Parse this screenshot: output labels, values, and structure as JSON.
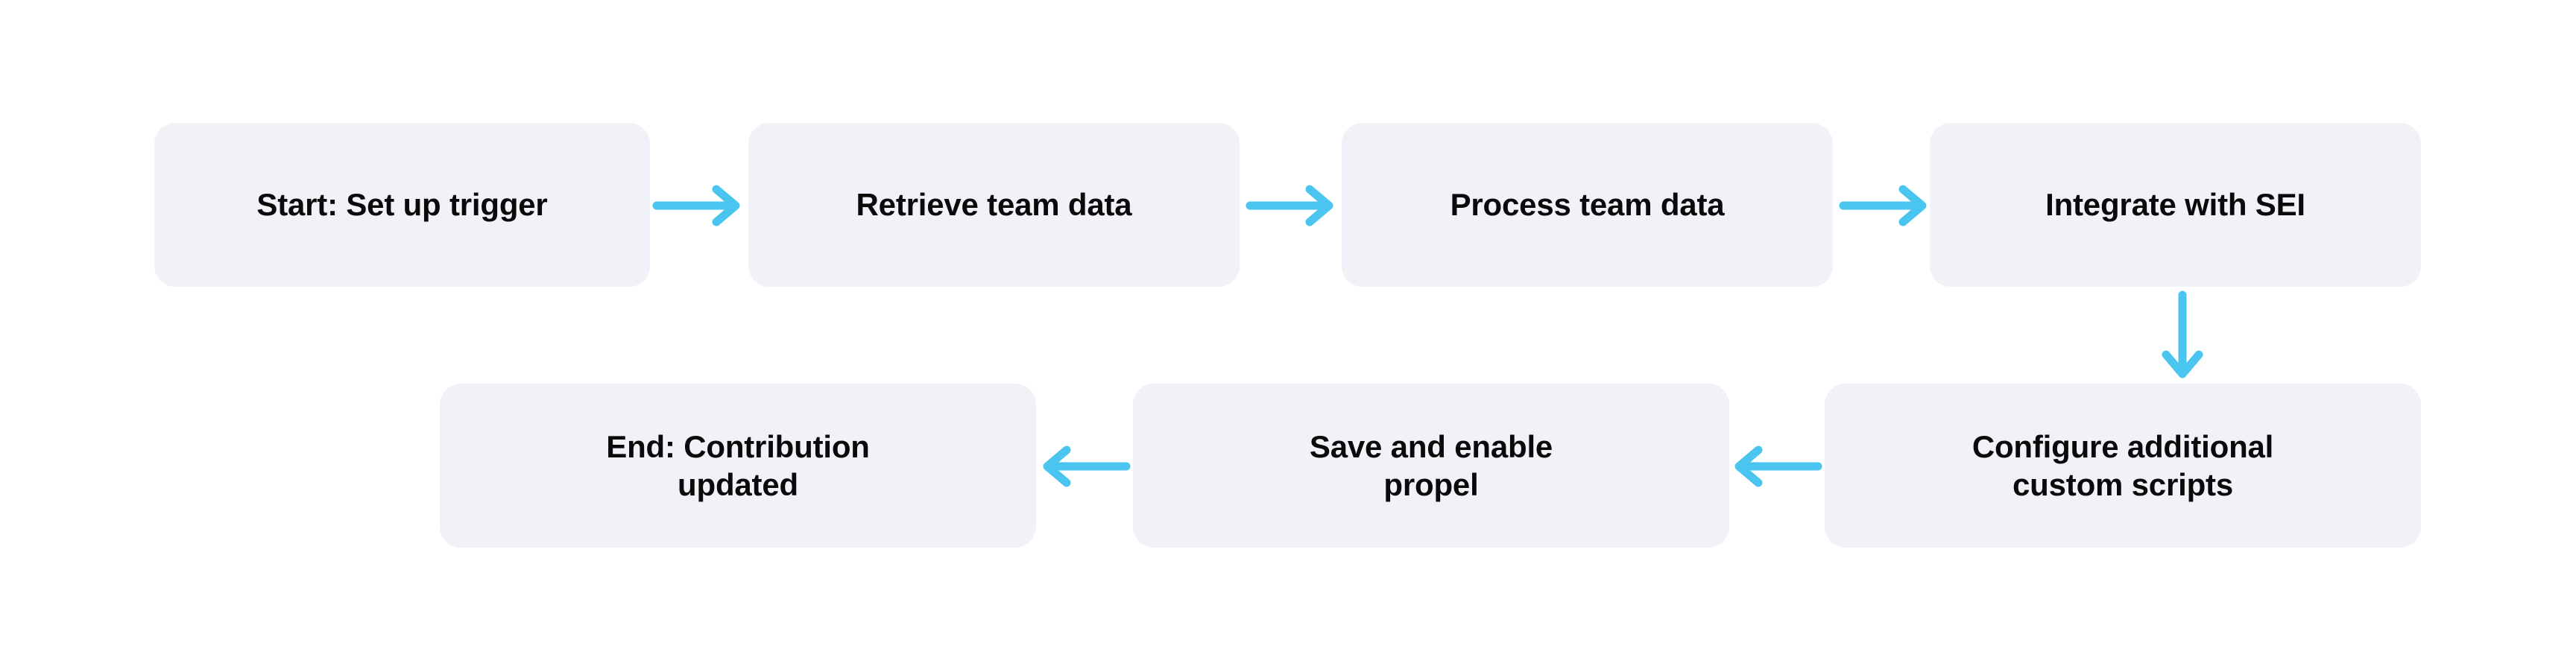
{
  "diagram": {
    "type": "flowchart",
    "title": "",
    "orientation": "horizontal-serpentine",
    "colors": {
      "node_fill": "#f1f2f7",
      "node_text": "#0a0a0a",
      "arrow": "#4ac5f0",
      "background": "#ffffff"
    },
    "nodes": [
      {
        "id": "start",
        "label": "Start: Set up trigger",
        "row": 1,
        "order": 1
      },
      {
        "id": "retrieve",
        "label": "Retrieve team data",
        "row": 1,
        "order": 2
      },
      {
        "id": "process",
        "label": "Process team data",
        "row": 1,
        "order": 3
      },
      {
        "id": "integrate",
        "label": "Integrate with SEI",
        "row": 1,
        "order": 4
      },
      {
        "id": "configure",
        "label": "Configure additional\ncustom scripts",
        "row": 2,
        "order": 1
      },
      {
        "id": "save",
        "label": "Save and enable\npropel",
        "row": 2,
        "order": 2
      },
      {
        "id": "end",
        "label": "End: Contribution\nupdated",
        "row": 2,
        "order": 3
      }
    ],
    "edges": [
      {
        "from": "start",
        "to": "retrieve",
        "direction": "right",
        "label": ""
      },
      {
        "from": "retrieve",
        "to": "process",
        "direction": "right",
        "label": ""
      },
      {
        "from": "process",
        "to": "integrate",
        "direction": "right",
        "label": ""
      },
      {
        "from": "integrate",
        "to": "configure",
        "direction": "down",
        "label": ""
      },
      {
        "from": "configure",
        "to": "save",
        "direction": "left",
        "label": ""
      },
      {
        "from": "save",
        "to": "end",
        "direction": "left",
        "label": ""
      }
    ]
  }
}
